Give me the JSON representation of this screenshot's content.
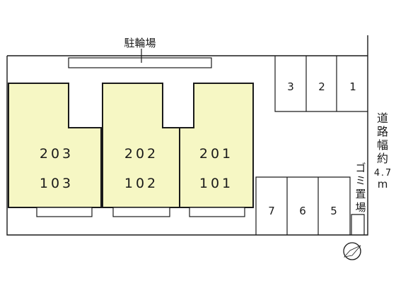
{
  "bike_parking": {
    "label": "駐輪場"
  },
  "buildings": [
    {
      "upper": "203",
      "lower": "103"
    },
    {
      "upper": "202",
      "lower": "102"
    },
    {
      "upper": "201",
      "lower": "101"
    }
  ],
  "parking_top": [
    "3",
    "2",
    "1"
  ],
  "parking_bottom": [
    "7",
    "6",
    "5"
  ],
  "road": {
    "chars": [
      "道",
      "路",
      "幅",
      "約",
      "4",
      ".",
      "7",
      "m"
    ]
  },
  "garbage": {
    "chars": [
      "ゴ",
      "ミ",
      "置",
      "場"
    ]
  },
  "colors": {
    "building_fill": "#f6f7c4",
    "line": "#1a1a1a"
  },
  "icons": {
    "north": "north-arrow-icon"
  }
}
